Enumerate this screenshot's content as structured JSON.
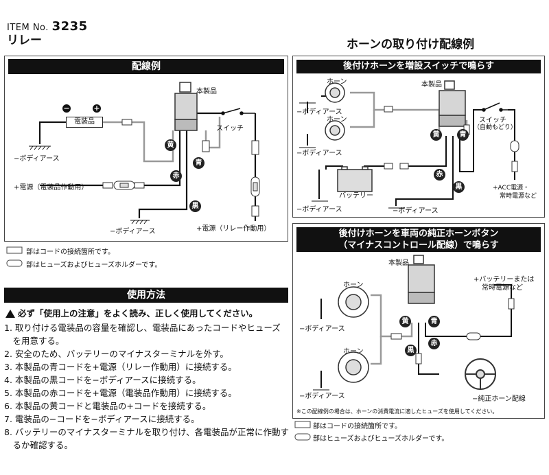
{
  "header": {
    "item_prefix": "ITEM No.",
    "item_number": "3235",
    "product": "リレー"
  },
  "right_heading": "ホーンの取り付け配線例",
  "left_diagram": {
    "bar": "配線例",
    "product_label": "本製品",
    "component": "電装品",
    "minus": "−",
    "plus": "+",
    "ground1": "−ボディアース",
    "power_device": "+電源（電装品作動用）",
    "ground2": "−ボディアース",
    "power_relay": "+電源（リレー作動用）",
    "switch": "スイッチ",
    "yellow": "黄",
    "blue": "青",
    "red": "赤",
    "black": "黒"
  },
  "legend_left": {
    "rect": "部はコードの接続箇所です。",
    "fuse": "部はヒューズおよびヒューズホルダーです。"
  },
  "usage": {
    "bar": "使用方法",
    "warning": "必ず「使用上の注意」をよく読み、正しく使用してください。",
    "steps": [
      "1. 取り付ける電装品の容量を確認し、電装品にあったコードやヒューズ",
      "　を用意する。",
      "2. 安全のため、バッテリーのマイナスターミナルを外す。",
      "3. 本製品の青コードを+電源（リレー作動用）に接続する。",
      "4. 本製品の黒コードを−ボディアースに接続する。",
      "5. 本製品の赤コードを+電源（電装品作動用）に接続する。",
      "6. 本製品の黄コードと電装品の+コードを接続する。",
      "7. 電装品の−コードを−ボディアースに接続する。",
      "8. バッテリーのマイナスターミナルを取り付け、各電装品が正常に作動す",
      "　るか確認する。"
    ]
  },
  "right_top": {
    "bar": "後付けホーンを増設スイッチで鳴らす",
    "horn": "ホーン",
    "product_label": "本製品",
    "switch": "スイッチ",
    "switch_sub": "（自動もどり）",
    "ground": "−ボディアース",
    "battery": "バッテリー",
    "acc": "+ACC電源・",
    "acc2": "常時電源など",
    "yellow": "黄",
    "blue": "青",
    "red": "赤",
    "black": "黒"
  },
  "right_bottom": {
    "bar1": "後付けホーンを車両の純正ホーンボタン",
    "bar2": "（マイナスコントロール配線）で鳴らす",
    "product_label": "本製品",
    "horn": "ホーン",
    "ground": "−ボディアース",
    "battery": "+バッテリーまたは",
    "battery2": "常時電源など",
    "horn_wire": "−純正ホーン配線",
    "yellow": "黄",
    "blue": "青",
    "red": "赤",
    "black": "黒",
    "note": "※この配線例の場合は、ホーンの消費電流に適したヒューズを使用してください。",
    "legend_rect": "部はコードの接続箇所です。",
    "legend_fuse": "部はヒューズおよびヒューズホルダーです。"
  }
}
